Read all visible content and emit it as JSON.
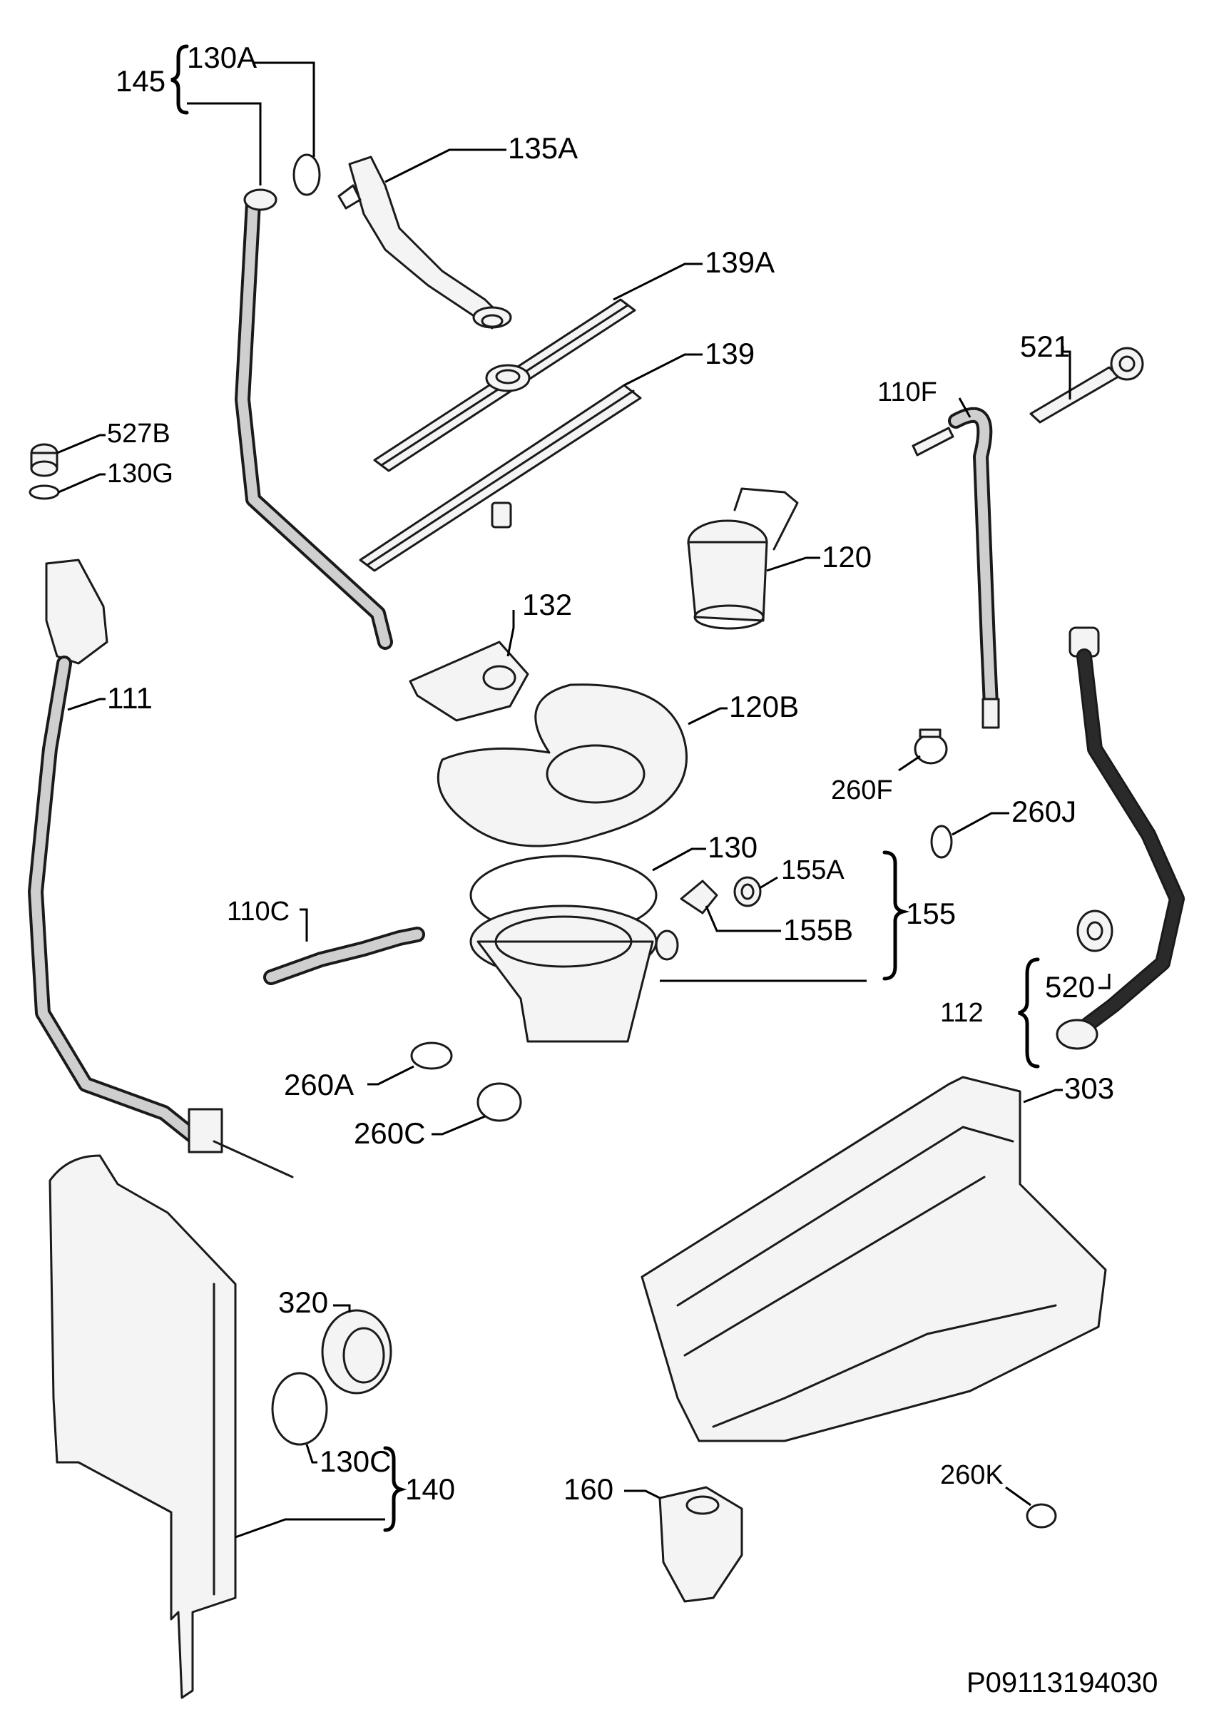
{
  "labels": {
    "l145": "145",
    "l130a": "130A",
    "l135a": "135A",
    "l139a": "139A",
    "l139": "139",
    "l527b": "527B",
    "l130g": "130G",
    "l521": "521",
    "l110f": "110F",
    "l120": "120",
    "l132": "132",
    "l111": "111",
    "l120b": "120B",
    "l260f": "260F",
    "l260j": "260J",
    "l130": "130",
    "l155a": "155A",
    "l155": "155",
    "l155b": "155B",
    "l110c": "110C",
    "l520": "520",
    "l112": "112",
    "l260a": "260A",
    "l303": "303",
    "l260c": "260C",
    "l320": "320",
    "l130c": "130C",
    "l140": "140",
    "l160": "160",
    "l260k": "260K"
  },
  "footer": {
    "diagram_code": "P09113194030"
  }
}
